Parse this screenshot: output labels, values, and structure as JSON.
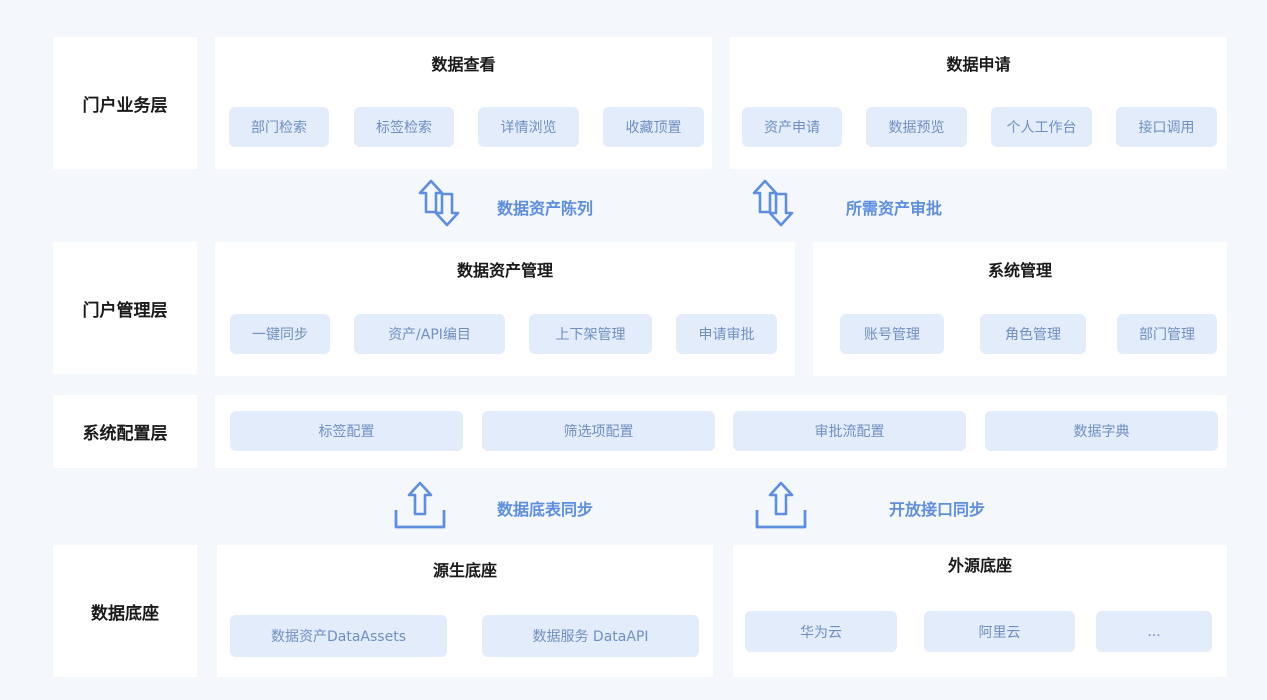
{
  "layers": {
    "portal_business": "门户业务层",
    "portal_management": "门户管理层",
    "system_config": "系统配置层",
    "data_base": "数据底座"
  },
  "data_view": {
    "title": "数据查看",
    "items": [
      "部门检索",
      "标签检索",
      "详情浏览",
      "收藏顶置"
    ]
  },
  "data_apply": {
    "title": "数据申请",
    "items": [
      "资产申请",
      "数据预览",
      "个人工作台",
      "接口调用"
    ]
  },
  "flows_top": {
    "left": "数据资产陈列",
    "right": "所需资产审批"
  },
  "asset_mgmt": {
    "title": "数据资产管理",
    "items": [
      "一键同步",
      "资产/API编目",
      "上下架管理",
      "申请审批"
    ]
  },
  "sys_mgmt": {
    "title": "系统管理",
    "items": [
      "账号管理",
      "角色管理",
      "部门管理"
    ]
  },
  "sys_config": {
    "items": [
      "标签配置",
      "筛选项配置",
      "审批流配置",
      "数据字典"
    ]
  },
  "flows_bottom": {
    "left": "数据底表同步",
    "right": "开放接口同步"
  },
  "native_base": {
    "title": "源生底座",
    "items": [
      "数据资产DataAssets",
      "数据服务 DataAPI"
    ]
  },
  "external_base": {
    "title": "外源底座",
    "items": [
      "华为云",
      "阿里云",
      "..."
    ]
  },
  "icons": {
    "exchange": "swap-arrows-icon",
    "upload": "upload-tray-icon"
  },
  "colors": {
    "background": "#f4f7fc",
    "panel": "#ffffff",
    "chip_bg": "#e3ecfb",
    "chip_text": "#6f8fc2",
    "accent": "#5d8ee0"
  }
}
